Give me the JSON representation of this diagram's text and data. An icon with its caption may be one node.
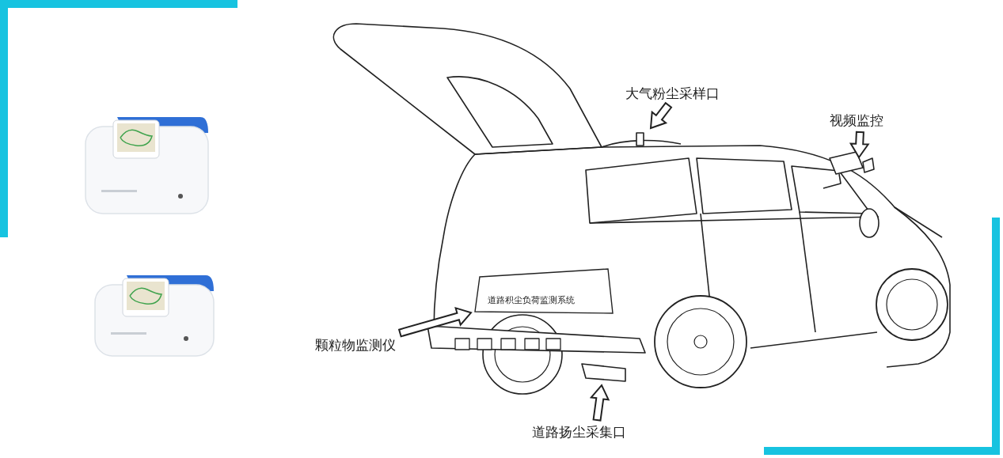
{
  "diagram": {
    "nodes": [
      {
        "text": [
          "大气粉尘采样口"
        ]
      },
      {
        "text": [
          "视频监控"
        ]
      },
      {
        "text": [
          "颗粒物监测仪"
        ]
      },
      {
        "text": [
          "道路扬尘采集口"
        ]
      },
      {
        "text": [
          "道路积尘负荷监测系统"
        ]
      }
    ],
    "edges": [
      {
        "from": 0,
        "to": null,
        "arrow": "to"
      },
      {
        "from": 1,
        "to": null,
        "arrow": "to"
      },
      {
        "from": 2,
        "to": 4,
        "arrow": "to"
      },
      {
        "from": 3,
        "to": null,
        "arrow": "to"
      }
    ]
  }
}
